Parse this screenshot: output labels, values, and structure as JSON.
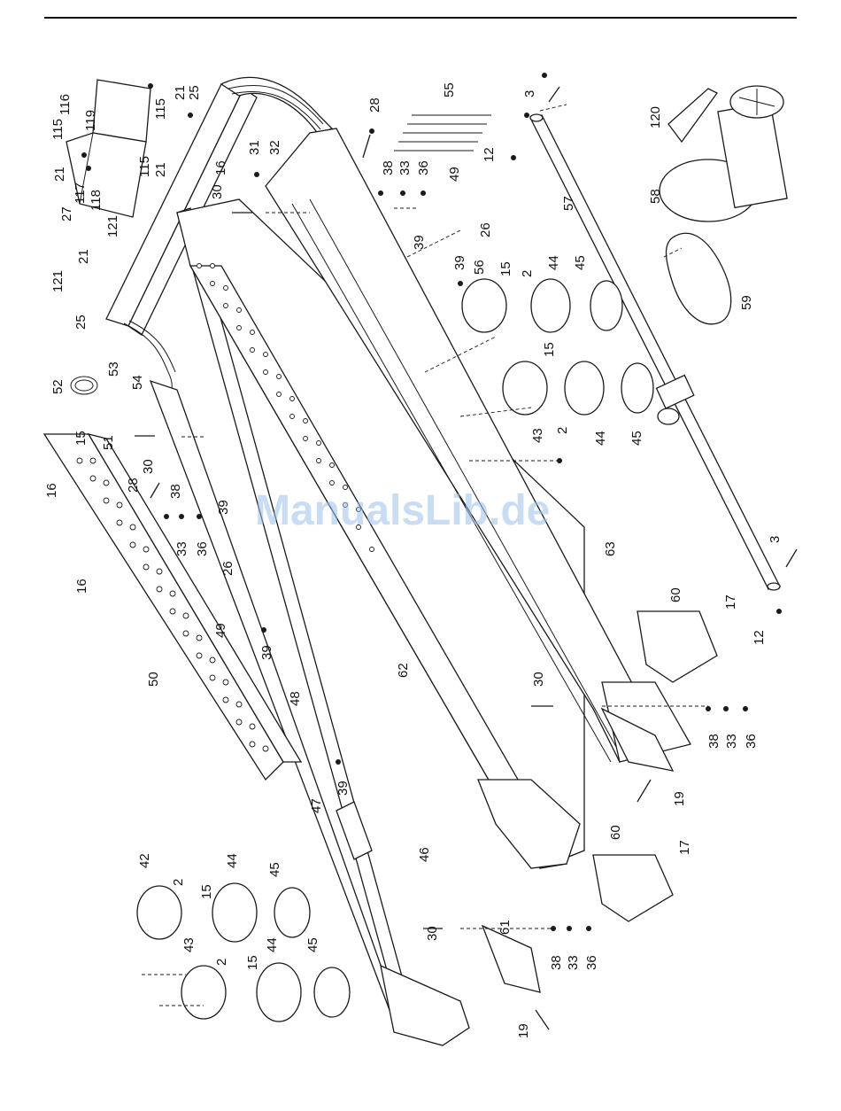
{
  "watermark": "ManualsLib.de",
  "colors": {
    "line": "#1a1a1a",
    "watermark": "#9cc2ea",
    "background": "#ffffff"
  },
  "callouts": [
    "115",
    "116",
    "119",
    "21",
    "25",
    "115",
    "21",
    "115",
    "21",
    "117",
    "118",
    "27",
    "121",
    "21",
    "121",
    "25",
    "16",
    "30",
    "31",
    "32",
    "28",
    "55",
    "3",
    "120",
    "12",
    "57",
    "58",
    "59",
    "38",
    "33",
    "36",
    "49",
    "39",
    "26",
    "39",
    "56",
    "15",
    "2",
    "44",
    "45",
    "15",
    "43",
    "2",
    "44",
    "45",
    "52",
    "53",
    "54",
    "15",
    "51",
    "16",
    "30",
    "28",
    "38",
    "39",
    "33",
    "36",
    "26",
    "49",
    "39",
    "16",
    "50",
    "48",
    "62",
    "63",
    "39",
    "3",
    "12",
    "60",
    "17",
    "30",
    "38",
    "33",
    "36",
    "19",
    "47",
    "46",
    "42",
    "2",
    "15",
    "44",
    "45",
    "43",
    "2",
    "15",
    "44",
    "45",
    "60",
    "17",
    "30",
    "61",
    "38",
    "33",
    "36",
    "19"
  ]
}
